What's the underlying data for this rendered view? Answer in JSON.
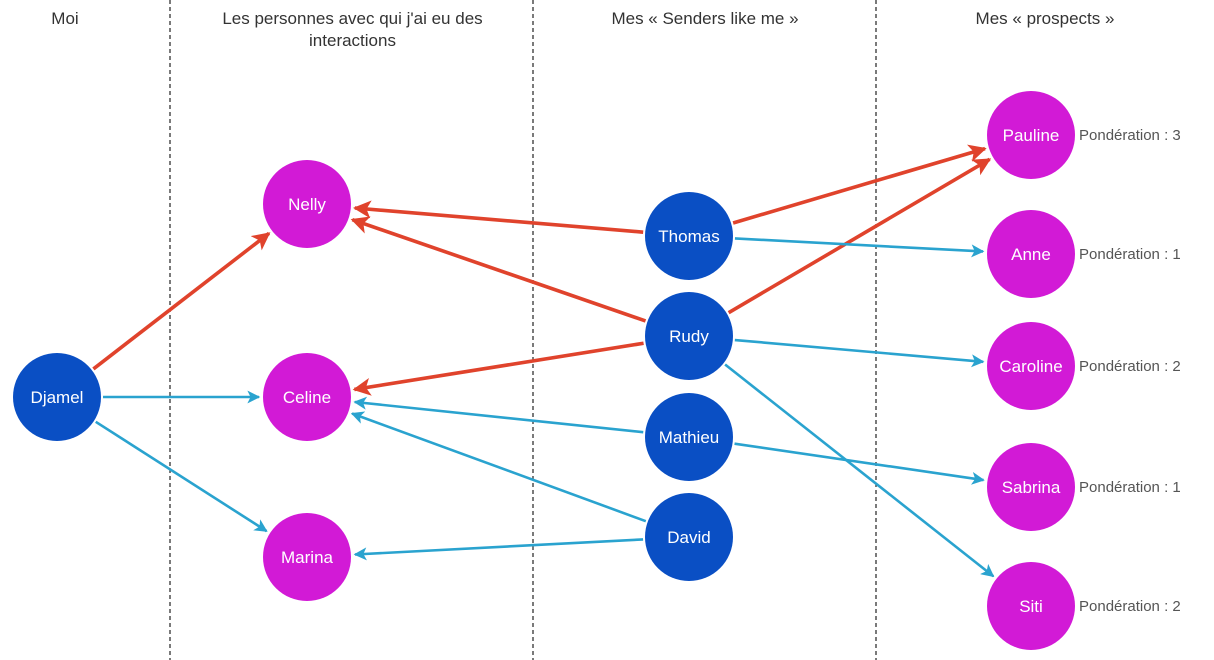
{
  "columns": [
    {
      "id": "moi",
      "header": "Moi"
    },
    {
      "id": "interactions",
      "header": "Les personnes avec qui j'ai eu des interactions"
    },
    {
      "id": "senders",
      "header": "Mes « Senders like me »"
    },
    {
      "id": "prospects",
      "header": "Mes « prospects »"
    }
  ],
  "nodes": {
    "djamel": {
      "label": "Djamel",
      "kind": "self"
    },
    "nelly": {
      "label": "Nelly",
      "kind": "person"
    },
    "celine": {
      "label": "Celine",
      "kind": "person"
    },
    "marina": {
      "label": "Marina",
      "kind": "person"
    },
    "thomas": {
      "label": "Thomas",
      "kind": "sender"
    },
    "rudy": {
      "label": "Rudy",
      "kind": "sender"
    },
    "mathieu": {
      "label": "Mathieu",
      "kind": "sender"
    },
    "david": {
      "label": "David",
      "kind": "sender"
    },
    "pauline": {
      "label": "Pauline",
      "kind": "prospect",
      "weight_label": "Pondération : 3"
    },
    "anne": {
      "label": "Anne",
      "kind": "prospect",
      "weight_label": "Pondération : 1"
    },
    "caroline": {
      "label": "Caroline",
      "kind": "prospect",
      "weight_label": "Pondération : 2"
    },
    "sabrina": {
      "label": "Sabrina",
      "kind": "prospect",
      "weight_label": "Pondération : 1"
    },
    "siti": {
      "label": "Siti",
      "kind": "prospect",
      "weight_label": "Pondération : 2"
    }
  },
  "edges": [
    {
      "from": "djamel",
      "to": "nelly",
      "color": "red"
    },
    {
      "from": "djamel",
      "to": "celine",
      "color": "blue"
    },
    {
      "from": "djamel",
      "to": "marina",
      "color": "blue"
    },
    {
      "from": "thomas",
      "to": "nelly",
      "color": "red"
    },
    {
      "from": "rudy",
      "to": "nelly",
      "color": "red"
    },
    {
      "from": "rudy",
      "to": "celine",
      "color": "red"
    },
    {
      "from": "mathieu",
      "to": "celine",
      "color": "blue"
    },
    {
      "from": "david",
      "to": "celine",
      "color": "blue"
    },
    {
      "from": "david",
      "to": "marina",
      "color": "blue"
    },
    {
      "from": "thomas",
      "to": "pauline",
      "color": "red"
    },
    {
      "from": "rudy",
      "to": "pauline",
      "color": "red"
    },
    {
      "from": "thomas",
      "to": "anne",
      "color": "blue"
    },
    {
      "from": "rudy",
      "to": "caroline",
      "color": "blue"
    },
    {
      "from": "rudy",
      "to": "siti",
      "color": "blue"
    },
    {
      "from": "mathieu",
      "to": "sabrina",
      "color": "blue"
    }
  ],
  "colors": {
    "self": "#0a4fc4",
    "sender": "#0a4fc4",
    "person": "#d21ad6",
    "prospect": "#d21ad6",
    "red": "#e0432c",
    "blue": "#2aa3cf",
    "divider": "#333333",
    "node_text": "#ffffff",
    "weight_text": "#555555"
  }
}
